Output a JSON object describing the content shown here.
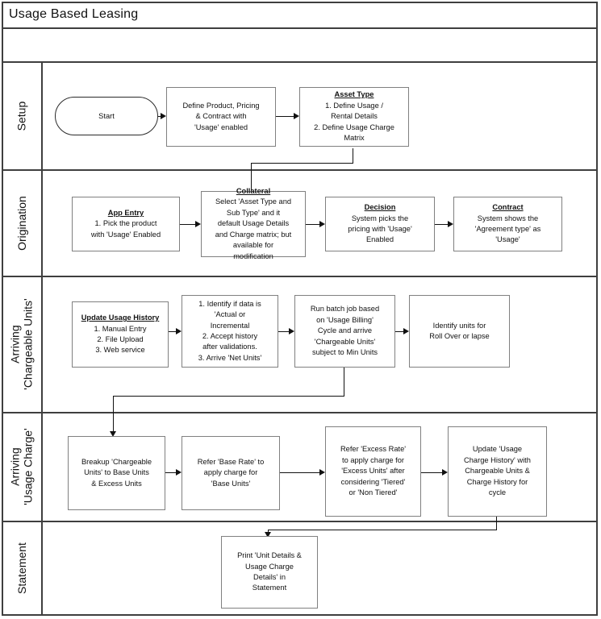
{
  "document": {
    "title": "Usage Based Leasing"
  },
  "lanes": [
    {
      "id": "setup",
      "label": "Setup"
    },
    {
      "id": "origination",
      "label": "Origination"
    },
    {
      "id": "chargeable-units",
      "label_line1": "Arriving",
      "label_line2": "'Chargeable Units'"
    },
    {
      "id": "usage-charge",
      "label_line1": "Arriving",
      "label_line2": "'Usage Charge'"
    },
    {
      "id": "statement",
      "label": "Statement"
    }
  ],
  "nodes": {
    "start": {
      "label": "Start"
    },
    "define_product": {
      "body": "Define Product, Pricing & Contract with 'Usage' enabled"
    },
    "asset_type": {
      "header": "Asset Type",
      "body": "1. Define Usage / Rental Details 2. Define Usage Charge Matrix"
    },
    "app_entry": {
      "header": "App Entry",
      "body": "1. Pick the product with 'Usage' Enabled"
    },
    "collateral": {
      "header": "Collateral",
      "body": "Select 'Asset Type and Sub Type' and it default Usage Details and Charge matrix; but available for modification"
    },
    "decision": {
      "header": "Decision",
      "body": "System picks the pricing with 'Usage' Enabled"
    },
    "contract": {
      "header": "Contract",
      "body": "System shows the 'Agreement type' as 'Usage'"
    },
    "update_usage_history": {
      "header": "Update Usage History",
      "body": "1. Manual Entry 2. File Upload 3. Web service"
    },
    "identify_data": {
      "body": "1. Identify if data is 'Actual or Incremental 2. Accept history after validations. 3. Arrive 'Net Units'"
    },
    "run_batch_job": {
      "body": "Run batch job based on 'Usage Billing' Cycle and arrive 'Chargeable Units' subject to Min Units"
    },
    "identify_rollover": {
      "body": "Identify units for Roll Over or lapse"
    },
    "breakup_units": {
      "body": "Breakup 'Chargeable Units' to Base Units & Excess Units"
    },
    "base_rate": {
      "body": "Refer 'Base Rate' to apply charge for 'Base Units'"
    },
    "excess_rate": {
      "body": "Refer 'Excess Rate' to apply charge for 'Excess Units' after considering 'Tiered' or 'Non Tiered'"
    },
    "update_charge_history": {
      "body": "Update 'Usage Charge History' with Chargeable Units & Charge History for cycle"
    },
    "print_statement": {
      "body": "Print 'Unit Details & Usage Charge Details' in Statement"
    }
  },
  "node_lines": {
    "define_product": [
      "Define Product, Pricing",
      "& Contract with",
      "'Usage' enabled"
    ],
    "asset_type": [
      "1. Define Usage /",
      "Rental Details",
      "2. Define Usage Charge",
      "Matrix"
    ],
    "app_entry": [
      "1. Pick the product",
      "with 'Usage' Enabled"
    ],
    "collateral": [
      "Select 'Asset Type and",
      "Sub Type' and it",
      "default Usage Details",
      "and Charge matrix; but",
      "available for",
      "modification"
    ],
    "decision": [
      "System picks the",
      "pricing with 'Usage'",
      "Enabled"
    ],
    "contract": [
      "System shows the",
      "'Agreement type' as",
      "'Usage'"
    ],
    "update_usage_history": [
      "1. Manual Entry",
      "2. File Upload",
      "3. Web service"
    ],
    "identify_data": [
      "1. Identify if data is",
      "'Actual or",
      "Incremental",
      "2. Accept history",
      "after validations.",
      "3. Arrive 'Net Units'"
    ],
    "run_batch_job": [
      "Run batch job based",
      "on 'Usage Billing'",
      "Cycle and arrive",
      "'Chargeable Units'",
      "subject to Min Units"
    ],
    "identify_rollover": [
      "Identify units for",
      "Roll Over or lapse"
    ],
    "breakup_units": [
      "Breakup 'Chargeable",
      "Units' to Base Units",
      "& Excess Units"
    ],
    "base_rate": [
      "Refer 'Base Rate' to",
      "apply charge for",
      "'Base Units'"
    ],
    "excess_rate": [
      "Refer 'Excess Rate'",
      "to apply charge for",
      "'Excess Units' after",
      "considering 'Tiered'",
      "or 'Non Tiered'"
    ],
    "update_charge_history": [
      "Update 'Usage",
      "Charge History' with",
      "Chargeable Units &",
      "Charge History for",
      "cycle"
    ],
    "print_statement": [
      "Print 'Unit Details &",
      "Usage Charge",
      "Details' in",
      "Statement"
    ]
  },
  "colors": {
    "frame": "#3f3f3f",
    "node_border": "#808080",
    "connector": "#111111",
    "text": "#111111",
    "background": "#ffffff"
  }
}
